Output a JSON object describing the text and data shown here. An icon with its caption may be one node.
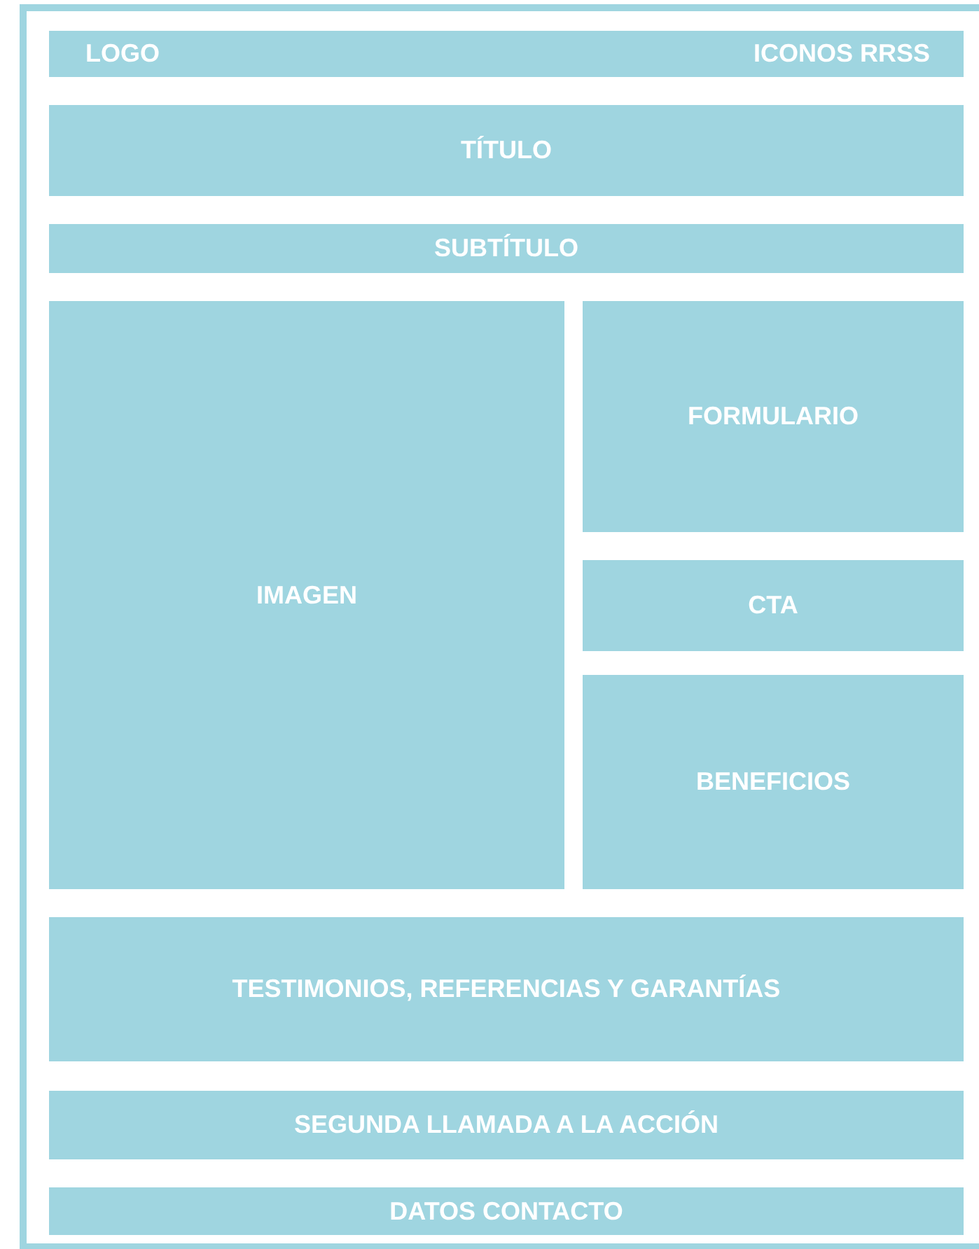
{
  "diagram": {
    "nodes": [
      {
        "text": [
          "LOGO",
          "ICONOS RRSS"
        ]
      },
      {
        "text": [
          "TÍTULO"
        ]
      },
      {
        "text": [
          "SUBTÍTULO"
        ]
      },
      {
        "text": [
          "IMAGEN"
        ]
      },
      {
        "text": [
          "FORMULARIO"
        ]
      },
      {
        "text": [
          "CTA"
        ]
      },
      {
        "text": [
          "BENEFICIOS"
        ]
      },
      {
        "text": [
          "TESTIMONIOS, REFERENCIAS Y GARANTÍAS"
        ]
      },
      {
        "text": [
          "SEGUNDA LLAMADA A LA ACCIÓN"
        ]
      },
      {
        "text": [
          "DATOS CONTACTO"
        ]
      }
    ],
    "edges": []
  }
}
